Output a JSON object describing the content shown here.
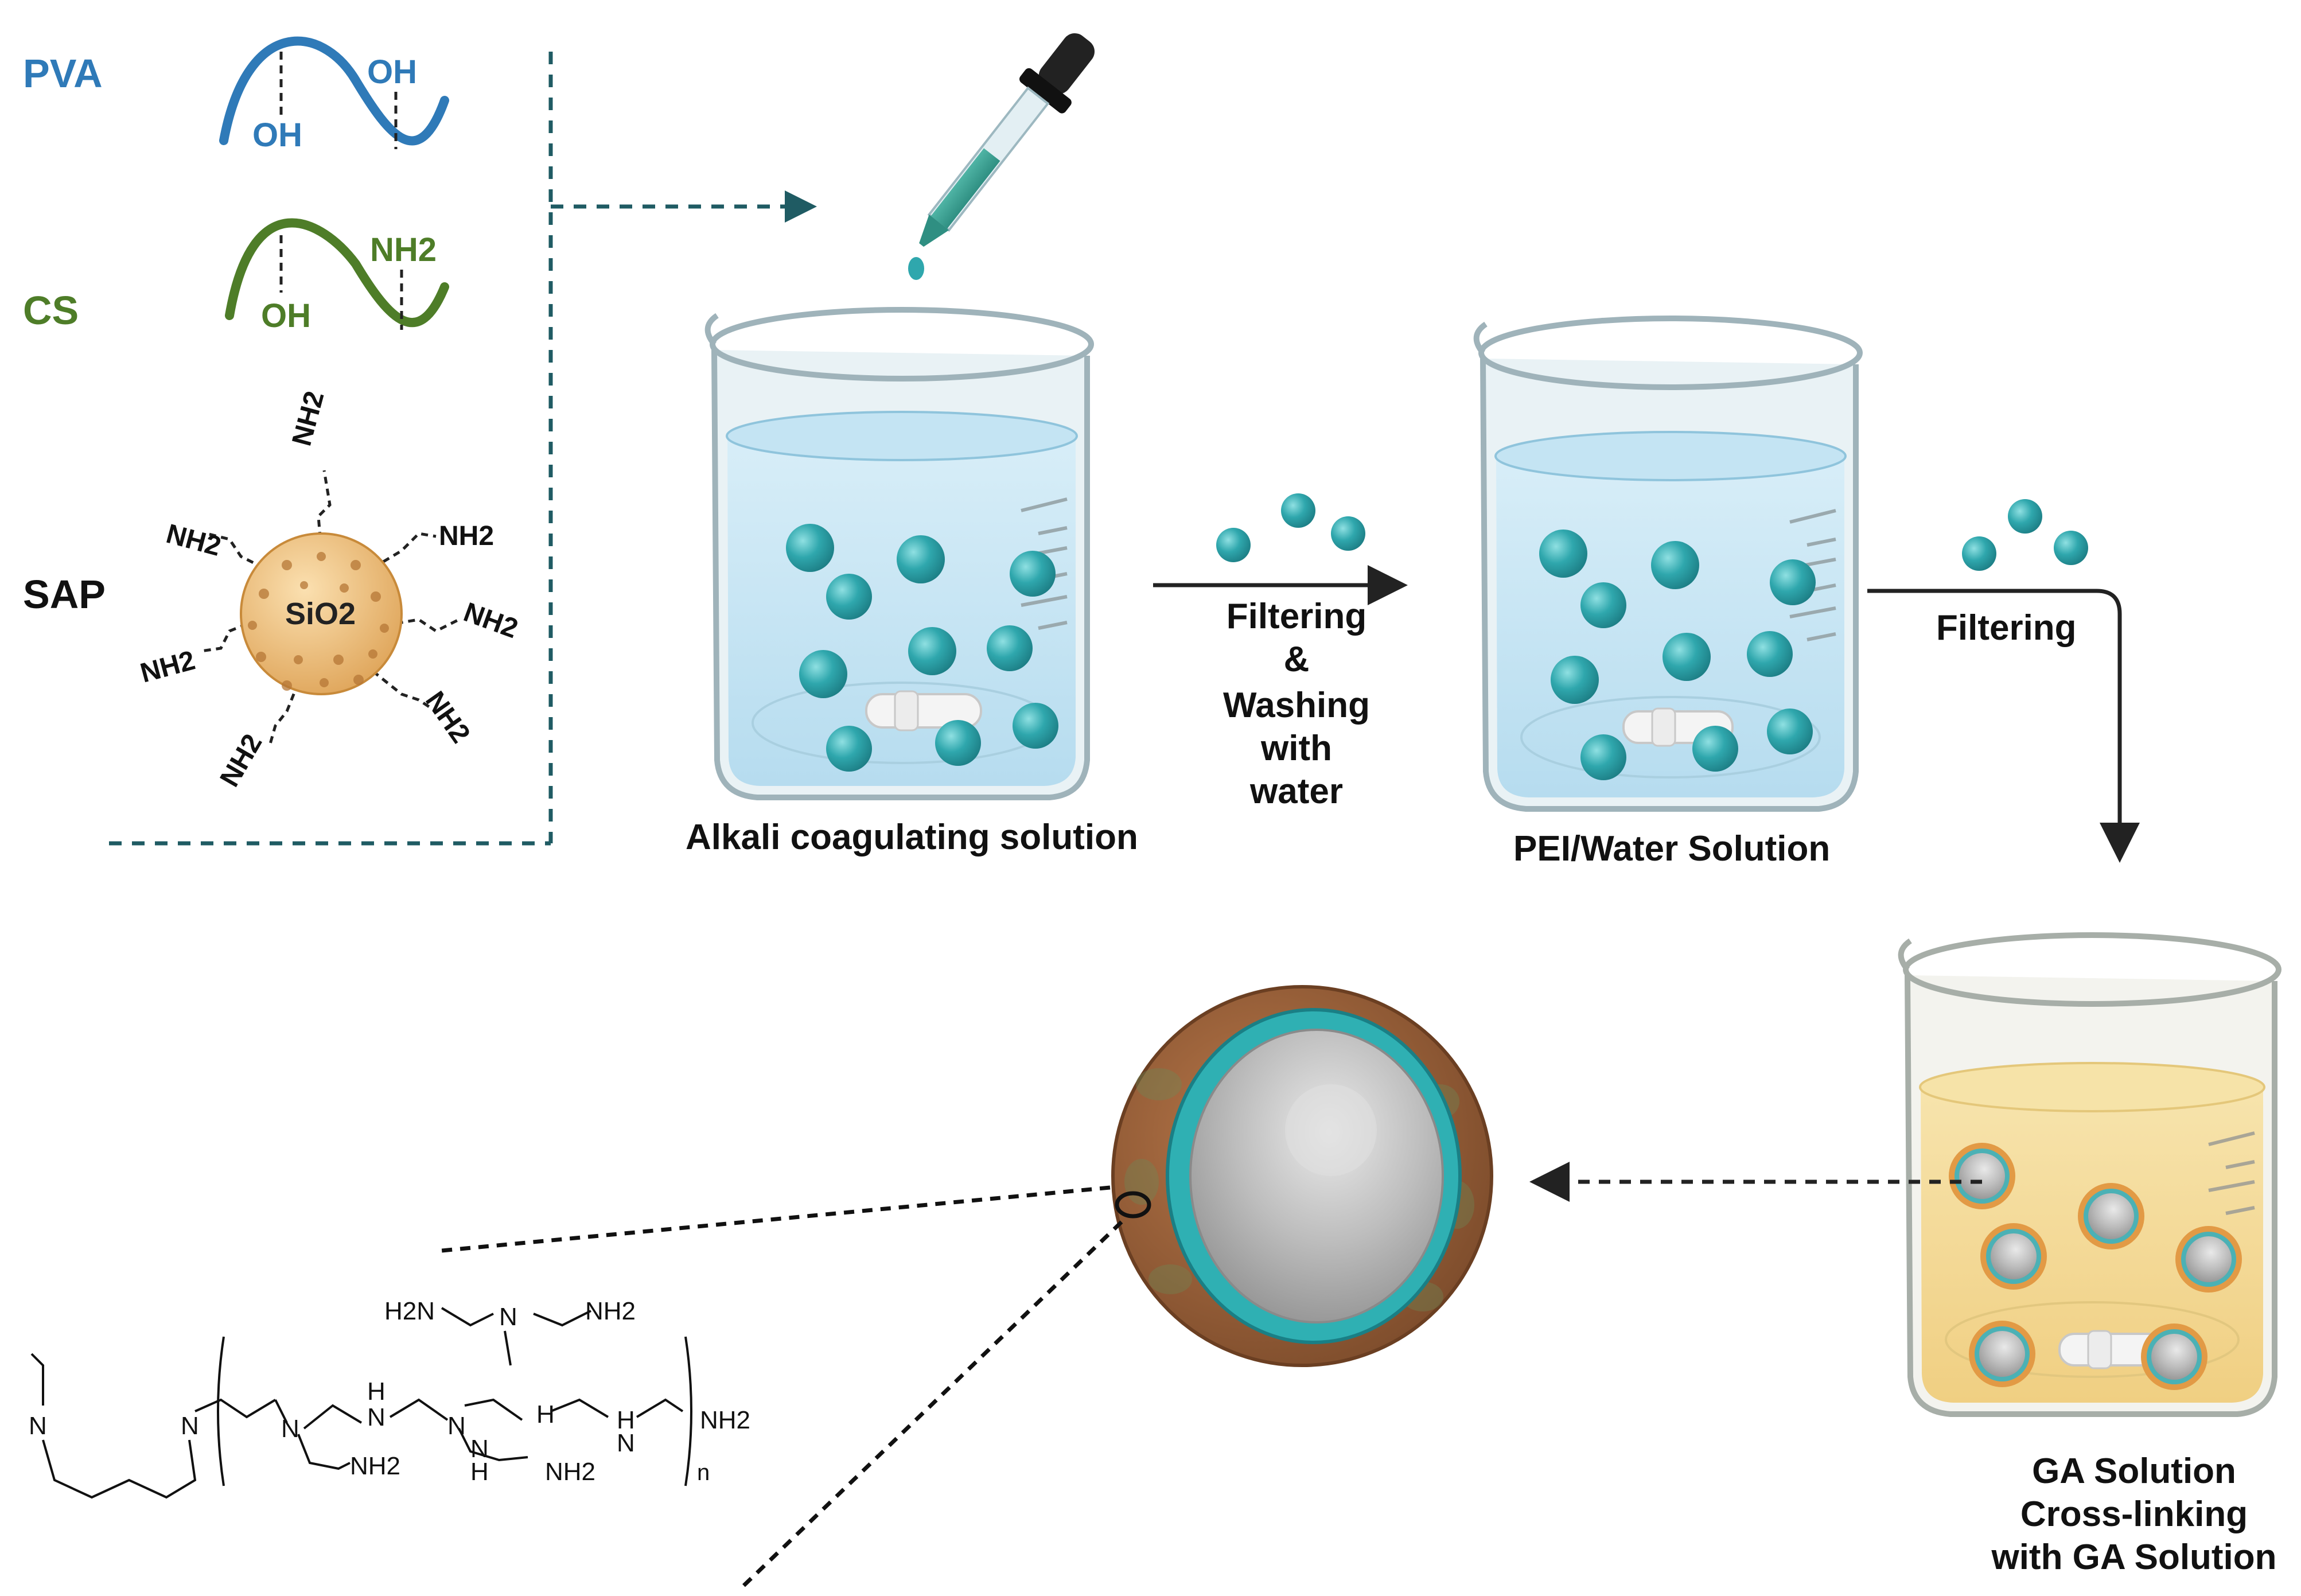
{
  "legend": {
    "pva": {
      "name": "PVA",
      "group_bottom": "OH",
      "group_top": "OH",
      "color": "#2f7ab8"
    },
    "cs": {
      "name": "CS",
      "group_bottom": "OH",
      "group_top": "NH2",
      "color": "#4e7d28"
    },
    "sap": {
      "name": "SAP",
      "core": "SiO2",
      "groups": [
        "NH2",
        "NH2",
        "NH2",
        "NH2",
        "NH2",
        "NH2",
        "NH2"
      ]
    }
  },
  "steps": {
    "beaker1_label": "Alkali coagulating solution",
    "arrow1_label_lines": [
      "Filtering",
      "&",
      "Washing",
      "with",
      "water"
    ],
    "beaker2_label": "PEI/Water Solution",
    "arrow2_label": "Filtering",
    "beaker3_label_lines": [
      "GA Solution",
      "Cross-linking",
      "with GA Solution"
    ]
  },
  "structure": {
    "left_n": "N",
    "right_n": "N",
    "amine_groups": [
      "H2N",
      "NH2",
      "NH2",
      "NH2",
      "NH2"
    ],
    "secondary_n": [
      "N",
      "H",
      "N",
      "N",
      "H",
      "N",
      "N",
      "H",
      "N",
      "H"
    ],
    "repeat": "n"
  },
  "colors": {
    "bead": "#2fa7ad",
    "liquid": "#cfe9f6",
    "ga_liquid": "#f5dfa0",
    "sap_core": "#e8b56a",
    "shell": "#a86a3e",
    "dashed": "#1f5b63"
  }
}
